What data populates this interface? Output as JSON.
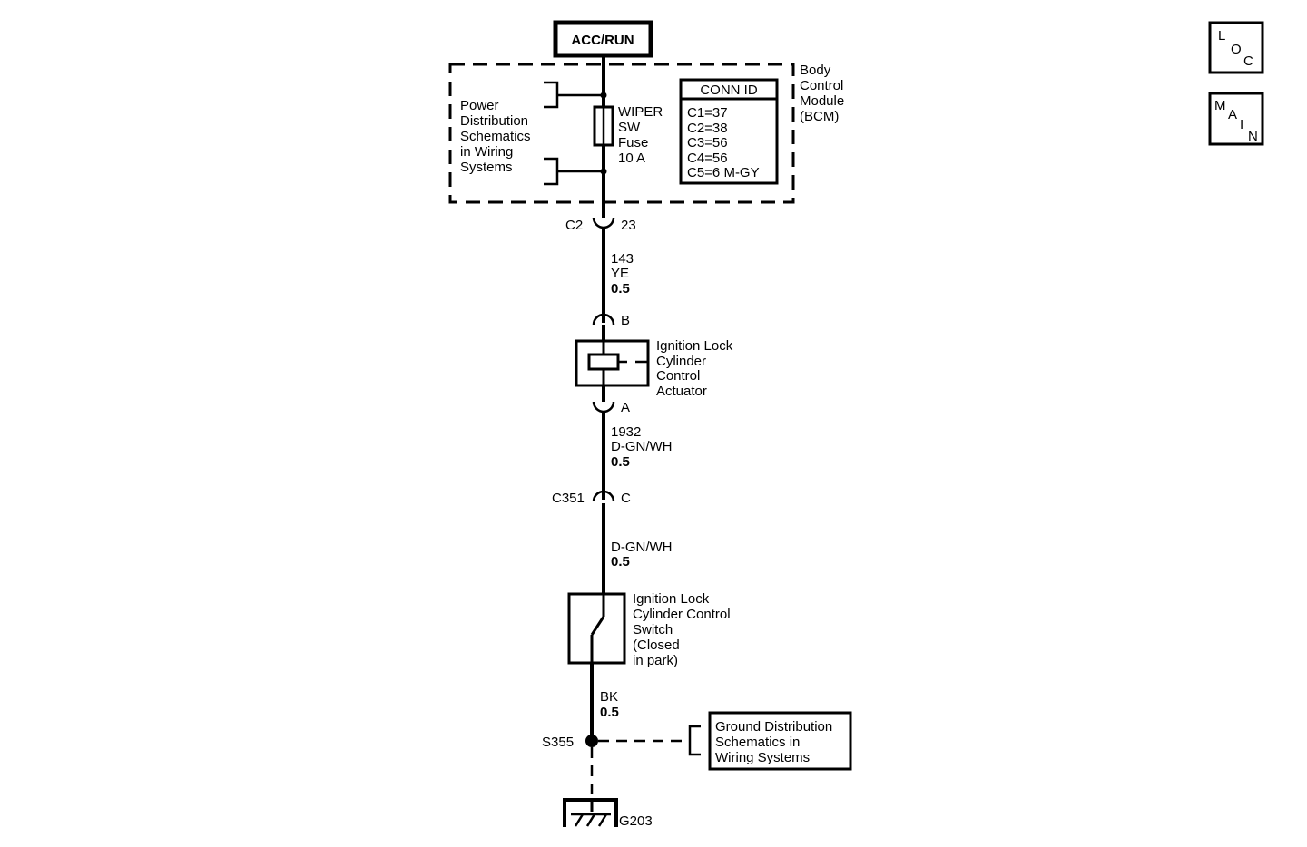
{
  "source": {
    "label": "ACC/RUN"
  },
  "bcm": {
    "name_lines": [
      "Body",
      "Control",
      "Module",
      "(BCM)"
    ],
    "power_dist_lines": [
      "Power",
      "Distribution",
      "Schematics",
      "in Wiring",
      "Systems"
    ],
    "fuse_lines": [
      "WIPER",
      "SW",
      "Fuse",
      "10 A"
    ],
    "conn_id_title": "CONN ID",
    "conn_ids": [
      "C1=37",
      "C2=38",
      "C3=56",
      "C4=56",
      "C5=6 M-GY"
    ]
  },
  "connector_c2": {
    "name": "C2",
    "pin": "23"
  },
  "wire_143": {
    "circuit": "143",
    "color": "YE",
    "gauge": "0.5"
  },
  "actuator": {
    "pin_b": "B",
    "pin_a": "A",
    "label_lines": [
      "Ignition Lock",
      "Cylinder",
      "Control",
      "Actuator"
    ]
  },
  "wire_1932": {
    "circuit": "1932",
    "color": "D-GN/WH",
    "gauge": "0.5"
  },
  "connector_c351": {
    "name": "C351",
    "pin": "C"
  },
  "wire_lower": {
    "color": "D-GN/WH",
    "gauge": "0.5"
  },
  "switch": {
    "label_lines": [
      "Ignition Lock",
      "Cylinder Control",
      "Switch",
      "(Closed",
      "in park)"
    ]
  },
  "wire_bk": {
    "color": "BK",
    "gauge": "0.5"
  },
  "splice": {
    "name": "S355"
  },
  "ground_dist": {
    "label_lines": [
      "Ground Distribution",
      "Schematics in",
      "Wiring Systems"
    ]
  },
  "ground": {
    "name": "G203"
  },
  "nav": {
    "loc": {
      "letters": [
        "L",
        "O",
        "C"
      ]
    },
    "main": {
      "letters": [
        "M",
        "A",
        "I",
        "N"
      ]
    }
  }
}
